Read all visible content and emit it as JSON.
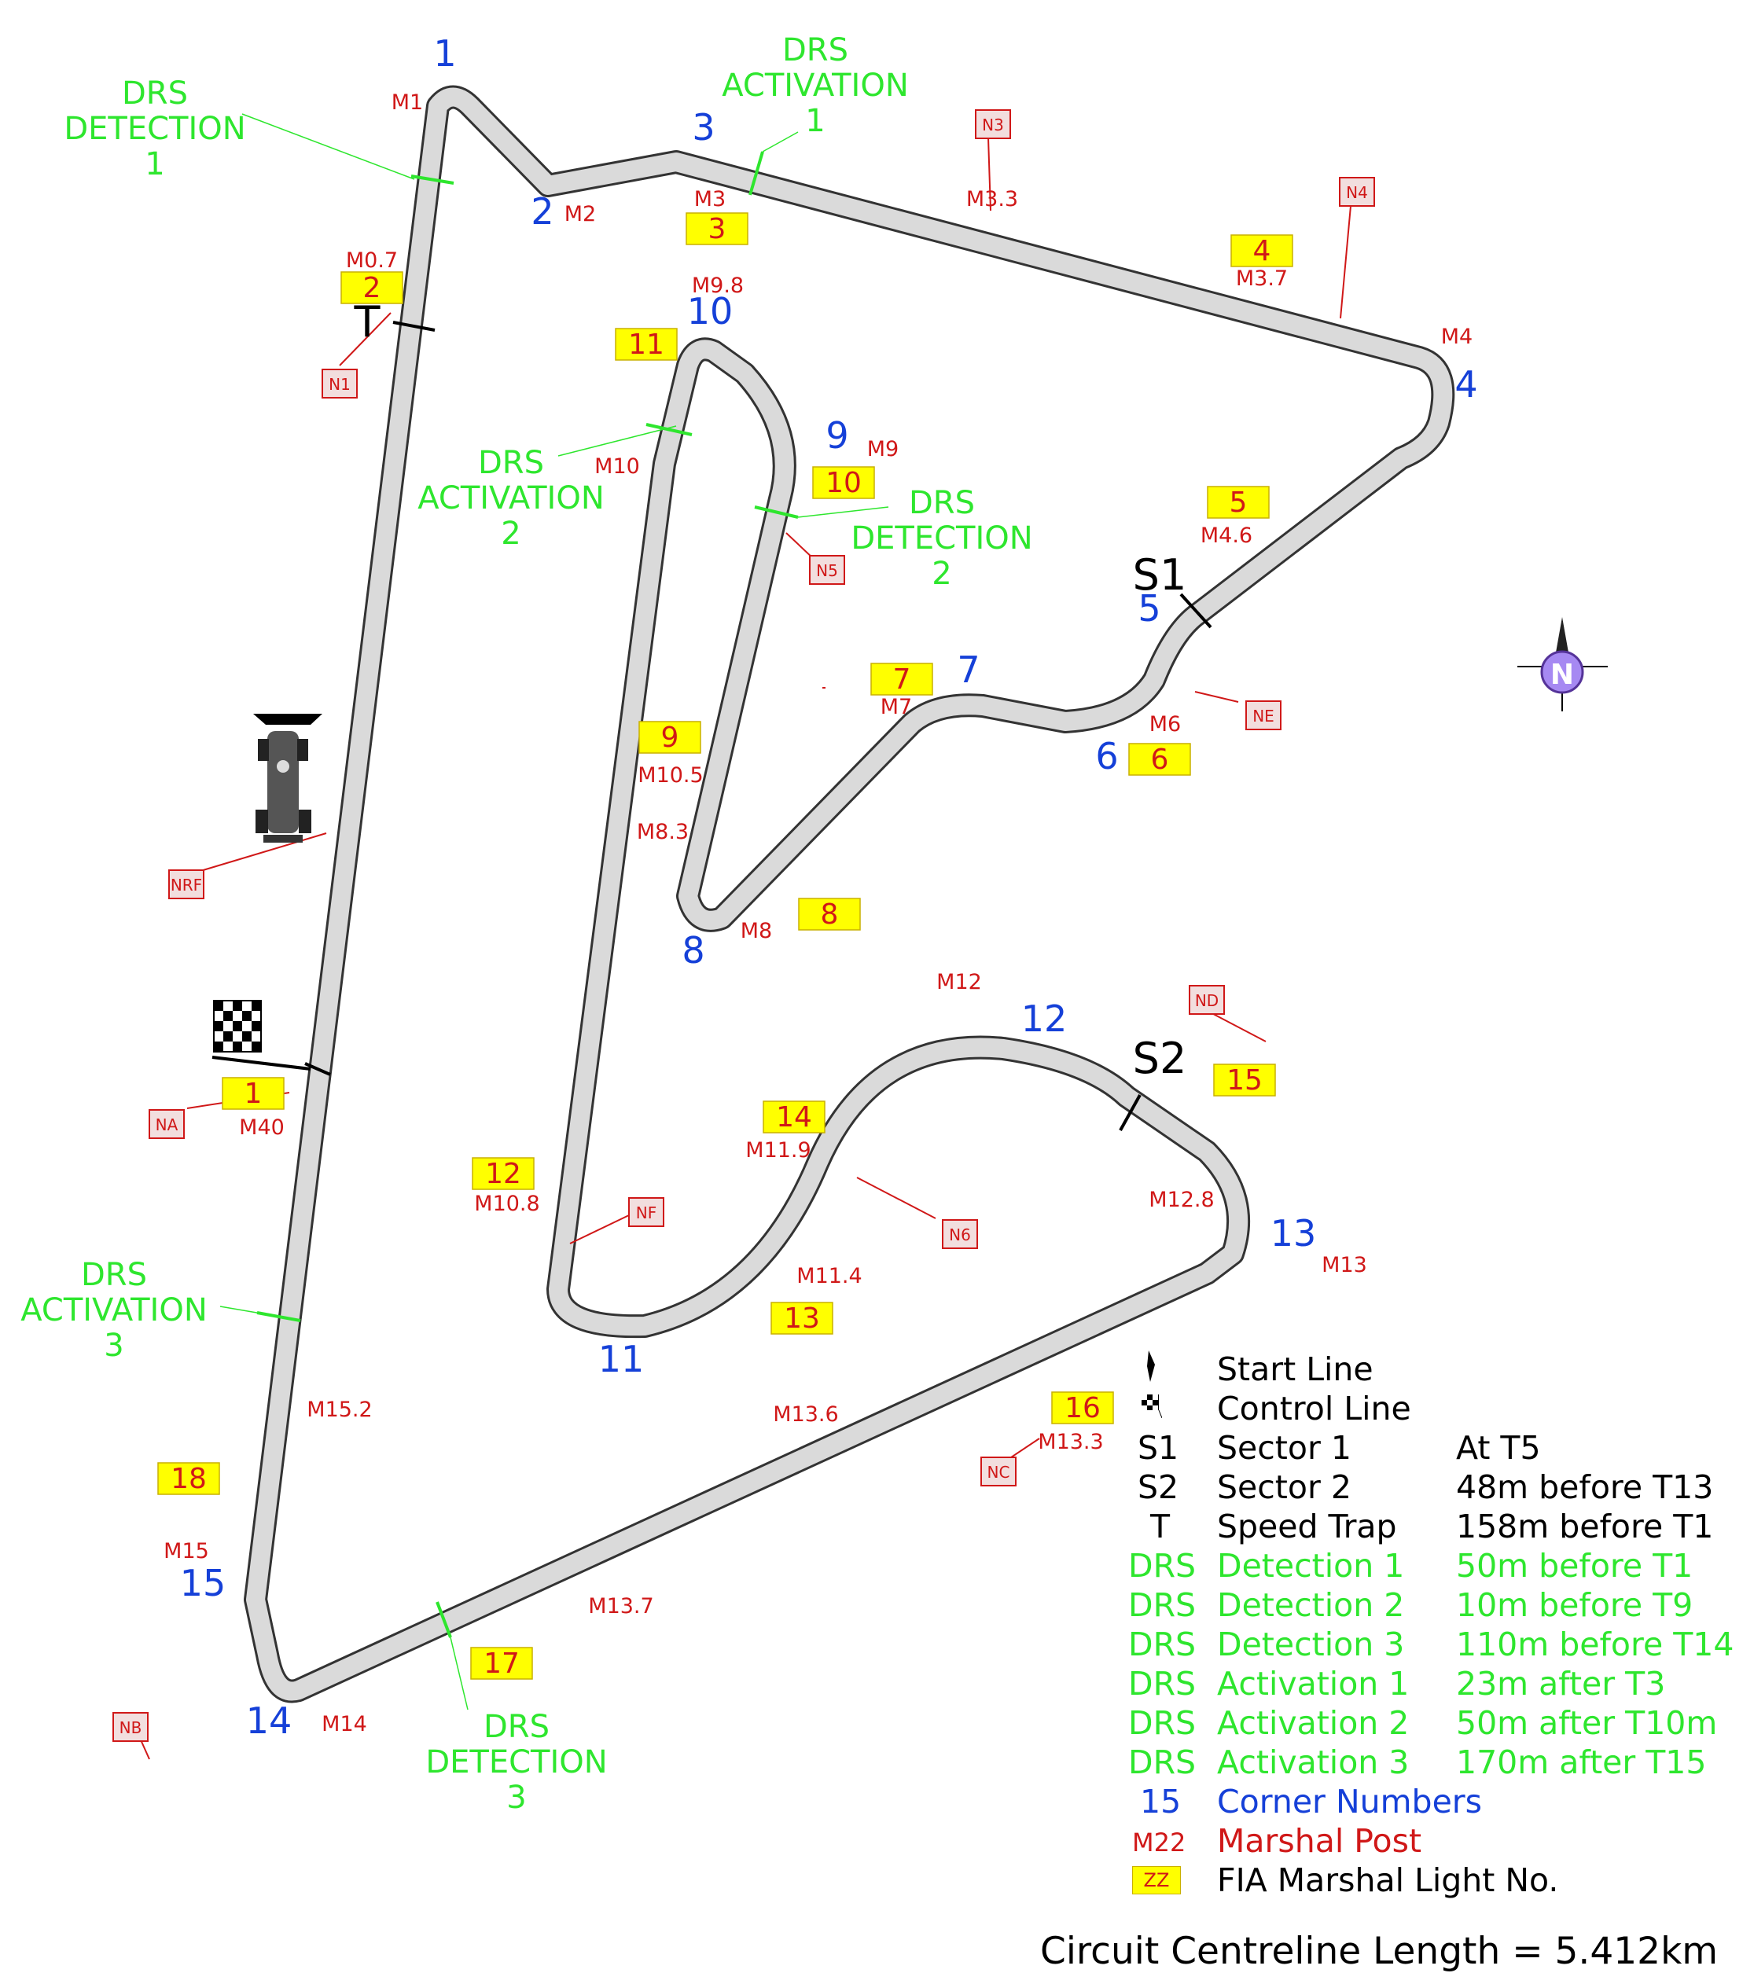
{
  "colors": {
    "corner": "#1540d8",
    "marshal": "#d01818",
    "drs": "#2ee62e",
    "light_fill": "#ffff00",
    "track": "#dadada",
    "sector": "#000000"
  },
  "corners": [
    "1",
    "2",
    "3",
    "4",
    "5",
    "6",
    "7",
    "8",
    "9",
    "10",
    "11",
    "12",
    "13",
    "14",
    "15"
  ],
  "marshal_posts": [
    "M1",
    "M2",
    "M3",
    "M3.3",
    "M3.7",
    "M4",
    "M4.6",
    "M6",
    "M7",
    "M8",
    "M8.3",
    "M9",
    "M9.8",
    "M10",
    "M10.5",
    "M10.8",
    "M11.4",
    "M11.9",
    "M12",
    "M12.8",
    "M13",
    "M13.3",
    "M13.6",
    "M13.7",
    "M14",
    "M15",
    "M15.2",
    "M40",
    "M0.7"
  ],
  "marshal_lights": [
    "1",
    "2",
    "3",
    "4",
    "5",
    "6",
    "7",
    "8",
    "9",
    "10",
    "11",
    "12",
    "13",
    "14",
    "15",
    "16",
    "17",
    "18"
  ],
  "nodes": [
    "N1",
    "N3",
    "N4",
    "N5",
    "N6",
    "NA",
    "NB",
    "NC",
    "ND",
    "NE",
    "NF",
    "NRF"
  ],
  "drs_zones": {
    "detection_1": [
      "DRS",
      "DETECTION",
      "1"
    ],
    "activation_1": [
      "DRS",
      "ACTIVATION",
      "1"
    ],
    "activation_2": [
      "DRS",
      "ACTIVATION",
      "2"
    ],
    "detection_2": [
      "DRS",
      "DETECTION",
      "2"
    ],
    "activation_3": [
      "DRS",
      "ACTIVATION",
      "3"
    ],
    "detection_3": [
      "DRS",
      "DETECTION",
      "3"
    ]
  },
  "lines": {
    "s1": "S1",
    "s2": "S2",
    "speed_trap": "T"
  },
  "compass": "N",
  "legend": {
    "start_line": "Start Line",
    "control_line": "Control Line",
    "s1_sym": "S1",
    "s1_label": "Sector 1",
    "s1_val": "At T5",
    "s2_sym": "S2",
    "s2_label": "Sector 2",
    "s2_val": "48m before T13",
    "t_sym": "T",
    "t_label": "Speed Trap",
    "t_val": "158m before T1",
    "drs_word": "DRS",
    "d1_label": "Detection 1",
    "d1_val": "50m before T1",
    "d2_label": "Detection 2",
    "d2_val": "10m before T9",
    "d3_label": "Detection 3",
    "d3_val": "110m before T14",
    "a1_label": "Activation 1",
    "a1_val": "23m after T3",
    "a2_label": "Activation 2",
    "a2_val": "50m after T10m",
    "a3_label": "Activation 3",
    "a3_val": "170m after T15",
    "corner_sym": "15",
    "corner_label": "Corner Numbers",
    "marshal_sym": "M22",
    "marshal_label": "Marshal Post",
    "light_sym": "ZZ",
    "light_label": "FIA Marshal Light No."
  },
  "footer": "Circuit Centreline Length = 5.412km"
}
